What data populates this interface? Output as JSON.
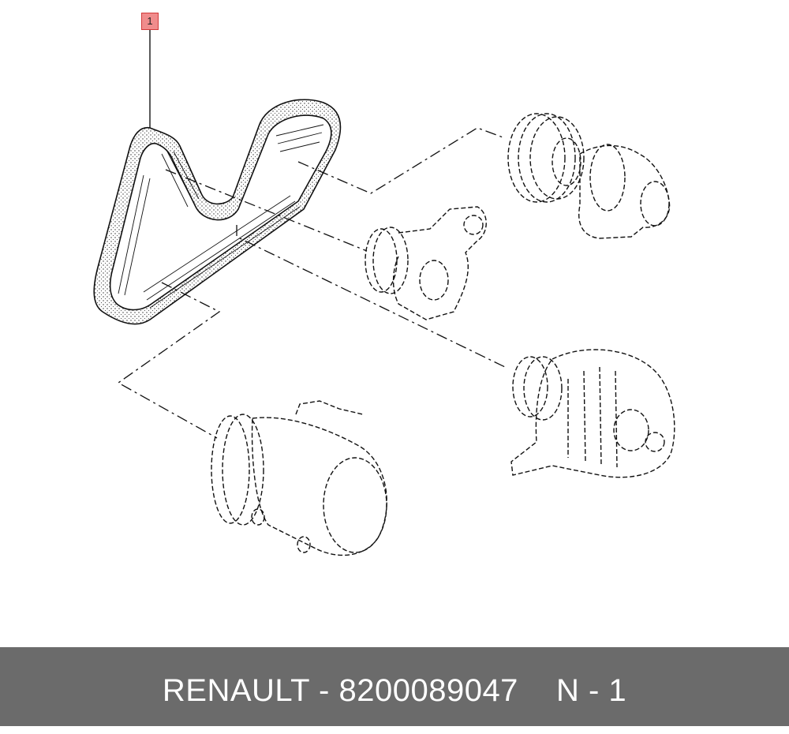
{
  "callout": {
    "number": "1"
  },
  "parts": [
    {
      "id": "belt",
      "icon": "ribbed-belt-icon"
    },
    {
      "id": "crankshaft-pulley",
      "icon": "crankshaft-pulley-icon"
    },
    {
      "id": "tensioner",
      "icon": "tensioner-icon"
    },
    {
      "id": "alternator",
      "icon": "alternator-icon"
    },
    {
      "id": "ac-compressor",
      "icon": "ac-compressor-icon"
    }
  ],
  "footer": {
    "brand": "RENAULT",
    "separator": "-",
    "part_number": "8200089047",
    "position": "N - 1"
  },
  "colors": {
    "footer_bg": "#6b6b6b",
    "callout_fill": "#f08c8c",
    "callout_border": "#d23a3a"
  }
}
